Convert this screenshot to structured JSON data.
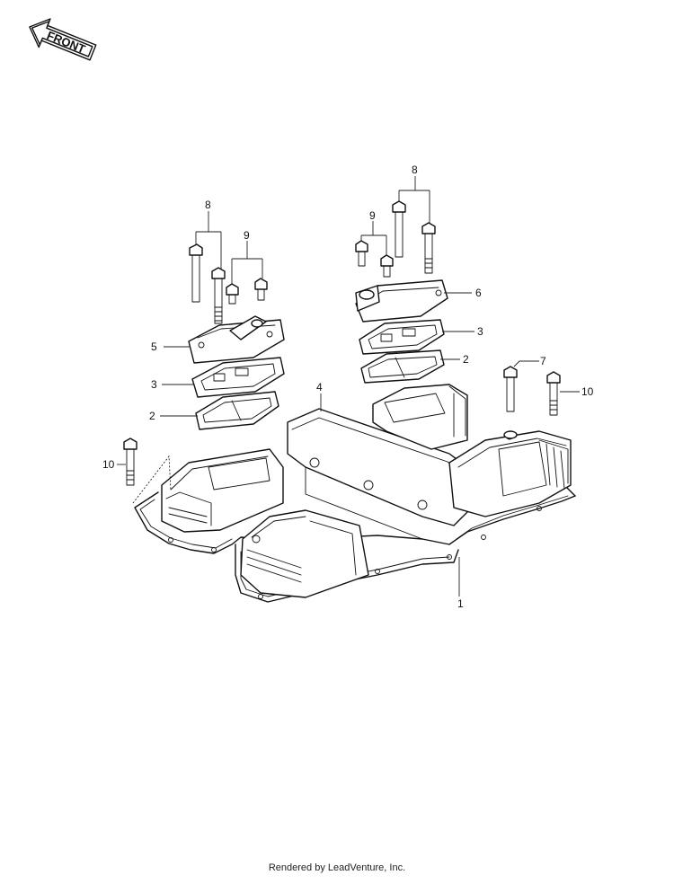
{
  "orientation_badge": {
    "label": "FRONT",
    "icon": "front-arrow-icon"
  },
  "callouts": {
    "c1": "1",
    "c2_left": "2",
    "c2_right": "2",
    "c3_left": "3",
    "c3_right": "3",
    "c4": "4",
    "c5": "5",
    "c6": "6",
    "c7": "7",
    "c8_left": "8",
    "c8_right": "8",
    "c9_left": "9",
    "c9_right": "9",
    "c10_left": "10",
    "c10_right": "10"
  },
  "footer": {
    "credit": "Rendered by LeadVenture, Inc."
  },
  "colors": {
    "ink": "#111111",
    "paper": "#ffffff"
  }
}
